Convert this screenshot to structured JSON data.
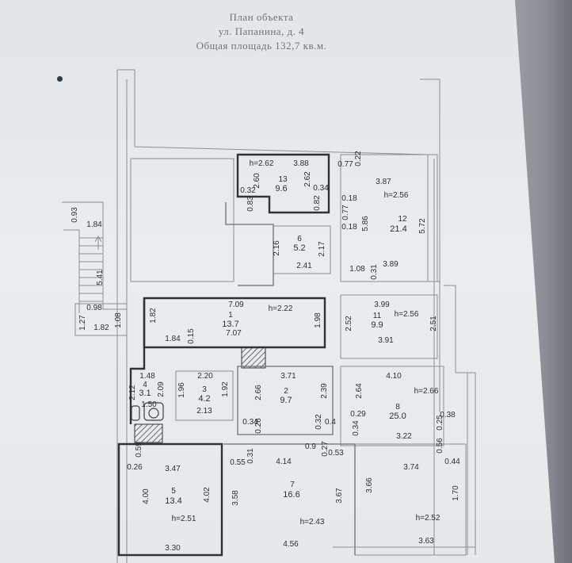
{
  "document": {
    "title": "План объекта",
    "address": "ул. Папанина, д. 4",
    "total_area": "Общая площадь 132,7 кв.м."
  },
  "rooms": {
    "r1": {
      "number": "1",
      "area": "13.7",
      "height": "h=2.22",
      "dim_top": "7.09",
      "dim_bottom": "7.07",
      "dim_left": "1.82",
      "dim_right": "1.98",
      "dim_in": "0.15"
    },
    "r2": {
      "number": "2",
      "area": "9.7",
      "dim_top": "3.71",
      "dim_left": "2.66",
      "dim_right": "2.39",
      "d_a": "0.34",
      "d_b": "0.26",
      "d_c": "0.32",
      "d_d": "0.4"
    },
    "r3": {
      "number": "3",
      "area": "4.2",
      "dim_top": "2.20",
      "dim_bottom": "2.13",
      "dim_left": "1.96",
      "dim_right": "1.92"
    },
    "r4": {
      "number": "4",
      "area": "3.1",
      "dim_top": "1.48",
      "dim_left": "2.12",
      "dim_right": "2.09",
      "dim_bottom": "1.50"
    },
    "r5": {
      "number": "5",
      "area": "13.4",
      "height": "h=2.51",
      "dim_top": "3.47",
      "dim_bottom": "3.30",
      "dim_left": "4.00",
      "dim_right": "4.02",
      "d_a": "0.59",
      "d_b": "0.26"
    },
    "r6": {
      "number": "6",
      "area": "5.2",
      "dim_left": "2.16",
      "dim_right": "2.17",
      "dim_bottom": "2.41"
    },
    "r7": {
      "number": "7",
      "area": "16.6",
      "height": "h=2.43",
      "dim_top": "4.14",
      "dim_bottom": "4.56",
      "dim_left": "3.58",
      "dim_right": "3.67",
      "d_a": "0.55",
      "d_b": "0.31",
      "d_c": "0.9",
      "d_d": "0.53",
      "d_e": "0.27"
    },
    "r8": {
      "number": "8",
      "area": "25.0",
      "height": "h=2.66",
      "dim_top": "4.10",
      "dim_mid": "3.22",
      "dim_left": "2.64",
      "d_a": "0.29",
      "d_b": "0.34",
      "d_c": "0.38",
      "d_d": "0.56",
      "d_e": "0.25"
    },
    "r9": {
      "dim_top": "3.74",
      "dim_bottom": "3.63",
      "dim_left": "3.66",
      "height": "h=2.52",
      "dim_right": "1.70",
      "d_a": "0.44"
    },
    "r11": {
      "number": "11",
      "area": "9.9",
      "height": "h=2.56",
      "dim_top": "3.99",
      "dim_bottom": "3.91",
      "dim_left": "2.52",
      "dim_right": "2.51"
    },
    "r12": {
      "number": "12",
      "area": "21.4",
      "height": "h=2.56",
      "dim_top": "3.87",
      "dim_bottom": "3.89",
      "dim_left": "5.86",
      "dim_right": "5.72",
      "d_a": "0.77",
      "d_b": "0.22",
      "d_c": "0.18",
      "d_d": "0.77",
      "d_e": "0.18",
      "d_f": "1.08",
      "d_g": "0.31"
    },
    "r13": {
      "number": "13",
      "area": "9.6",
      "height": "h=2.62",
      "dim_top": "3.88",
      "dim_left": "2.60",
      "dim_right": "2.62",
      "d_a": "0.32",
      "d_b": "0.34",
      "d_c": "0.83",
      "d_d": "0.82"
    },
    "stairs": {
      "d_top": "0.93",
      "d_a": "1.84",
      "d_b": "5.41",
      "d_c": "0.98",
      "d_d": "1.27",
      "d_e": "1.82",
      "d_f": "1.08",
      "d_g": "1.84"
    }
  }
}
